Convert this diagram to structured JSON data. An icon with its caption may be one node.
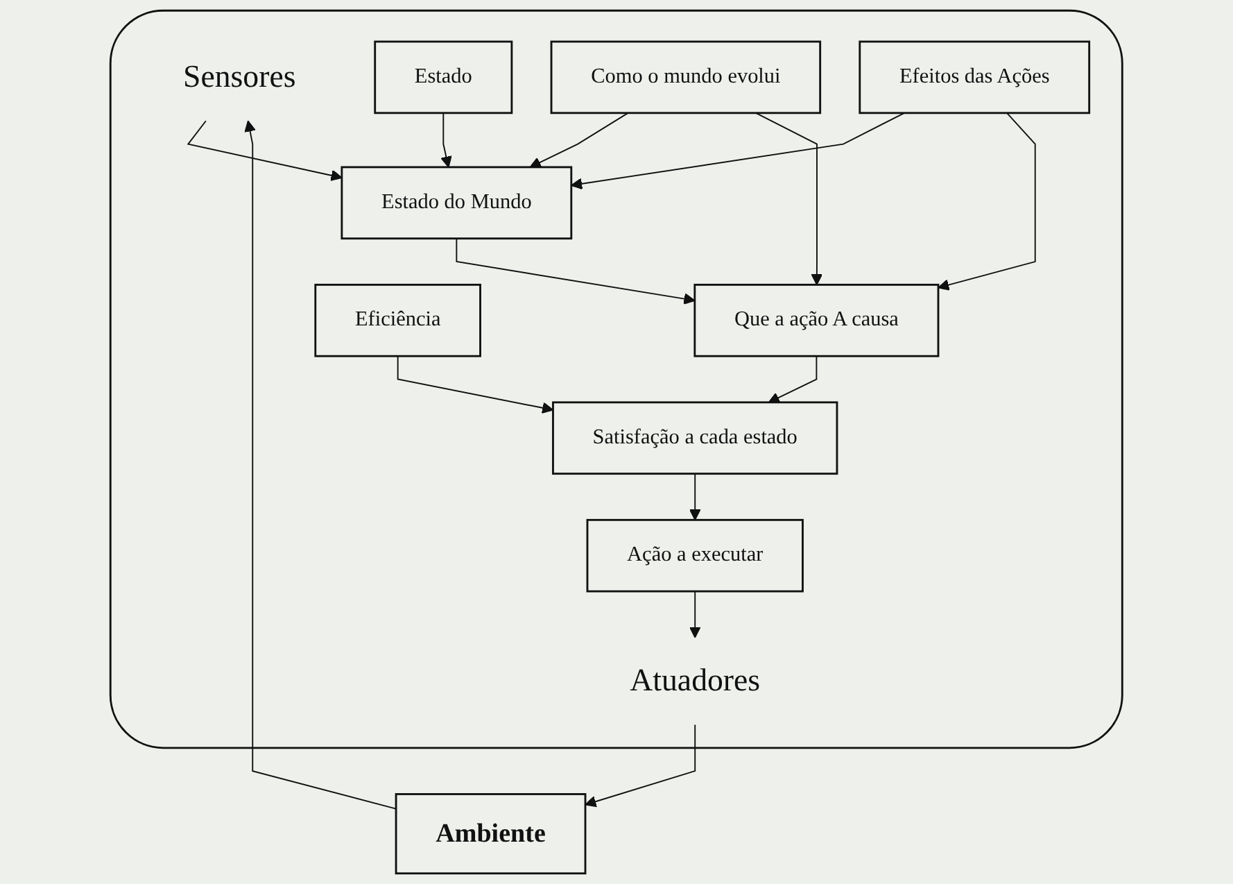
{
  "diagram": {
    "nodes": [
      {
        "text": [],
        "shape": "box"
      },
      {
        "text": [
          "Sensores"
        ],
        "in": 0
      },
      {
        "text": [
          "Estado"
        ],
        "in": 0
      },
      {
        "text": [
          "Como o mundo evolui"
        ],
        "in": 0
      },
      {
        "text": [
          "Efeitos das Ações"
        ],
        "in": 0
      },
      {
        "text": [
          "Estado do Mundo"
        ],
        "in": 0
      },
      {
        "text": [
          "Que a ação A causa"
        ],
        "in": 0
      },
      {
        "text": [
          "Eficiência"
        ],
        "in": 0
      },
      {
        "text": [
          "Satisfação a cada estado"
        ],
        "in": 0
      },
      {
        "text": [
          "Ação a executar"
        ],
        "in": 0
      },
      {
        "text": [
          "Atuadores"
        ],
        "in": 0
      },
      {
        "text": [
          "Ambiente"
        ]
      }
    ],
    "edges": [
      {
        "from": 11,
        "to": 1,
        "arrow": "to"
      },
      {
        "from": 1,
        "to": 5,
        "arrow": "to"
      },
      {
        "from": 2,
        "to": 5,
        "arrow": "to"
      },
      {
        "from": 3,
        "to": 5,
        "arrow": "to"
      },
      {
        "from": 3,
        "to": 6,
        "arrow": "to"
      },
      {
        "from": 4,
        "to": 5,
        "arrow": "to"
      },
      {
        "from": 4,
        "to": 6,
        "arrow": "to"
      },
      {
        "from": 5,
        "to": 6,
        "arrow": "to"
      },
      {
        "from": 6,
        "to": 8,
        "arrow": "to"
      },
      {
        "from": 7,
        "to": 8,
        "arrow": "to"
      },
      {
        "from": 8,
        "to": 9,
        "arrow": "to"
      },
      {
        "from": 9,
        "to": 10,
        "arrow": "to"
      },
      {
        "from": 10,
        "to": 11,
        "arrow": "to"
      }
    ]
  }
}
